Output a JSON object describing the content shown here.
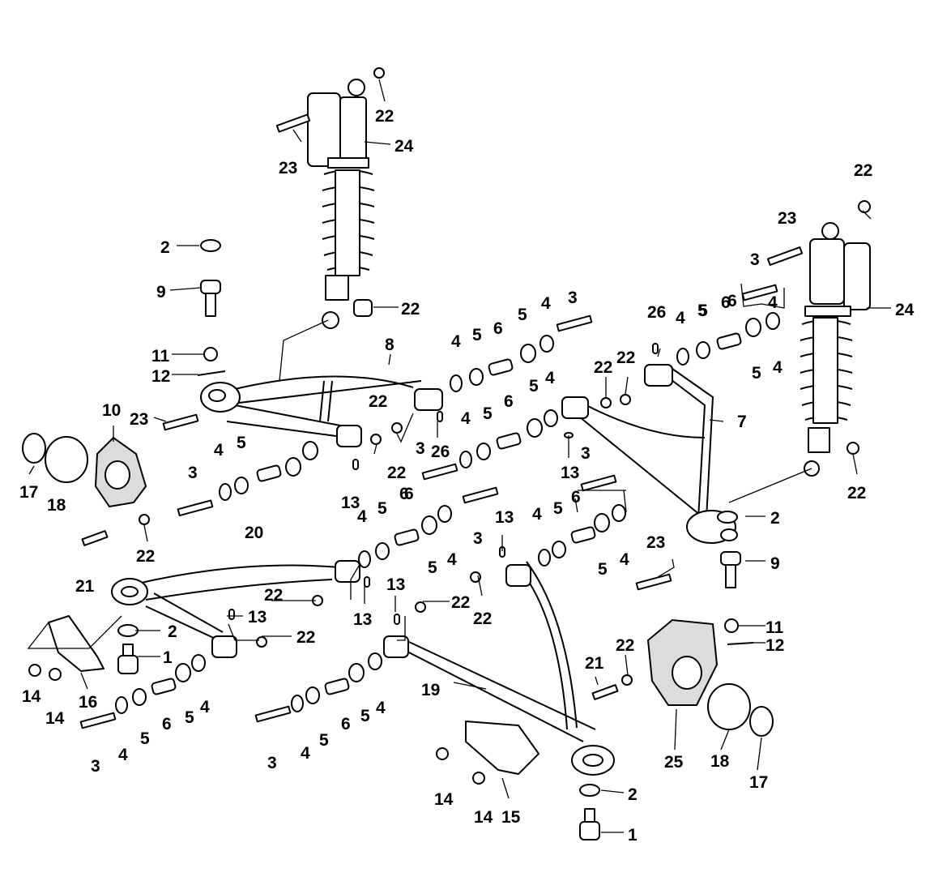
{
  "callouts": [
    "22",
    "24",
    "23",
    "2",
    "9",
    "11",
    "12",
    "22",
    "8",
    "10",
    "23",
    "17",
    "18",
    "22",
    "26",
    "3",
    "4",
    "5",
    "3",
    "4",
    "5",
    "6",
    "5",
    "4",
    "13",
    "22",
    "21",
    "20",
    "22",
    "2",
    "1",
    "16",
    "14",
    "14",
    "3",
    "4",
    "5",
    "6",
    "5",
    "4",
    "13",
    "13",
    "22",
    "4",
    "5",
    "6",
    "5",
    "4",
    "3",
    "22",
    "13",
    "22",
    "22",
    "19",
    "3",
    "4",
    "5",
    "6",
    "5",
    "4",
    "15",
    "14",
    "14",
    "2",
    "1",
    "4",
    "5",
    "6",
    "4",
    "5",
    "4",
    "3",
    "6",
    "5",
    "4",
    "5",
    "6",
    "26",
    "22",
    "22",
    "7",
    "13",
    "3",
    "6",
    "4",
    "5",
    "13",
    "23",
    "9",
    "2",
    "11",
    "12",
    "22",
    "23",
    "3",
    "24",
    "22",
    "6",
    "5",
    "4",
    "5",
    "4",
    "21",
    "22",
    "25",
    "18",
    "17"
  ]
}
